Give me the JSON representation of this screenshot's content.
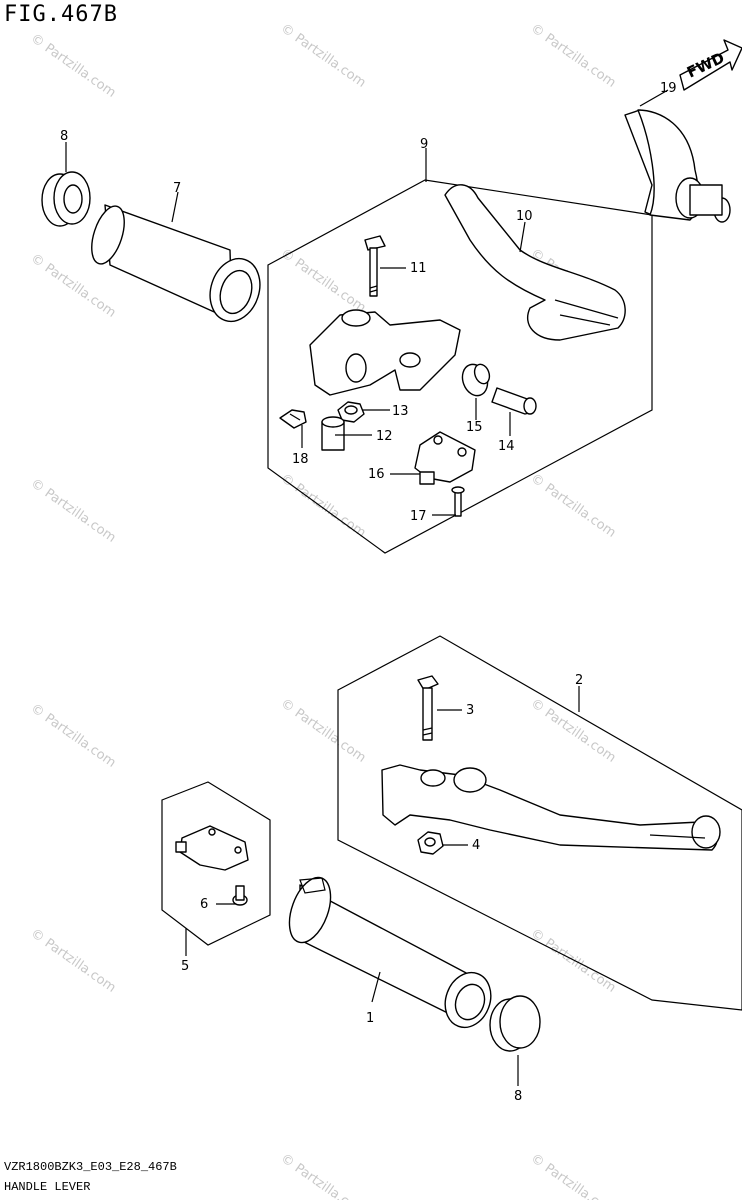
{
  "figure_id": "FIG.467B",
  "footer": {
    "code": "VZR1800BZK3_E03_E28_467B",
    "title": "HANDLE LEVER"
  },
  "direction_label": "FWD",
  "watermark": "© Partzilla.com",
  "callouts": {
    "p1": "1",
    "p2": "2",
    "p3": "3",
    "p4": "4",
    "p5": "5",
    "p6": "6",
    "p7": "7",
    "p8a": "8",
    "p8b": "8",
    "p9": "9",
    "p10": "10",
    "p11": "11",
    "p12": "12",
    "p13": "13",
    "p14": "14",
    "p15": "15",
    "p16": "16",
    "p17": "17",
    "p18": "18",
    "p19": "19"
  }
}
